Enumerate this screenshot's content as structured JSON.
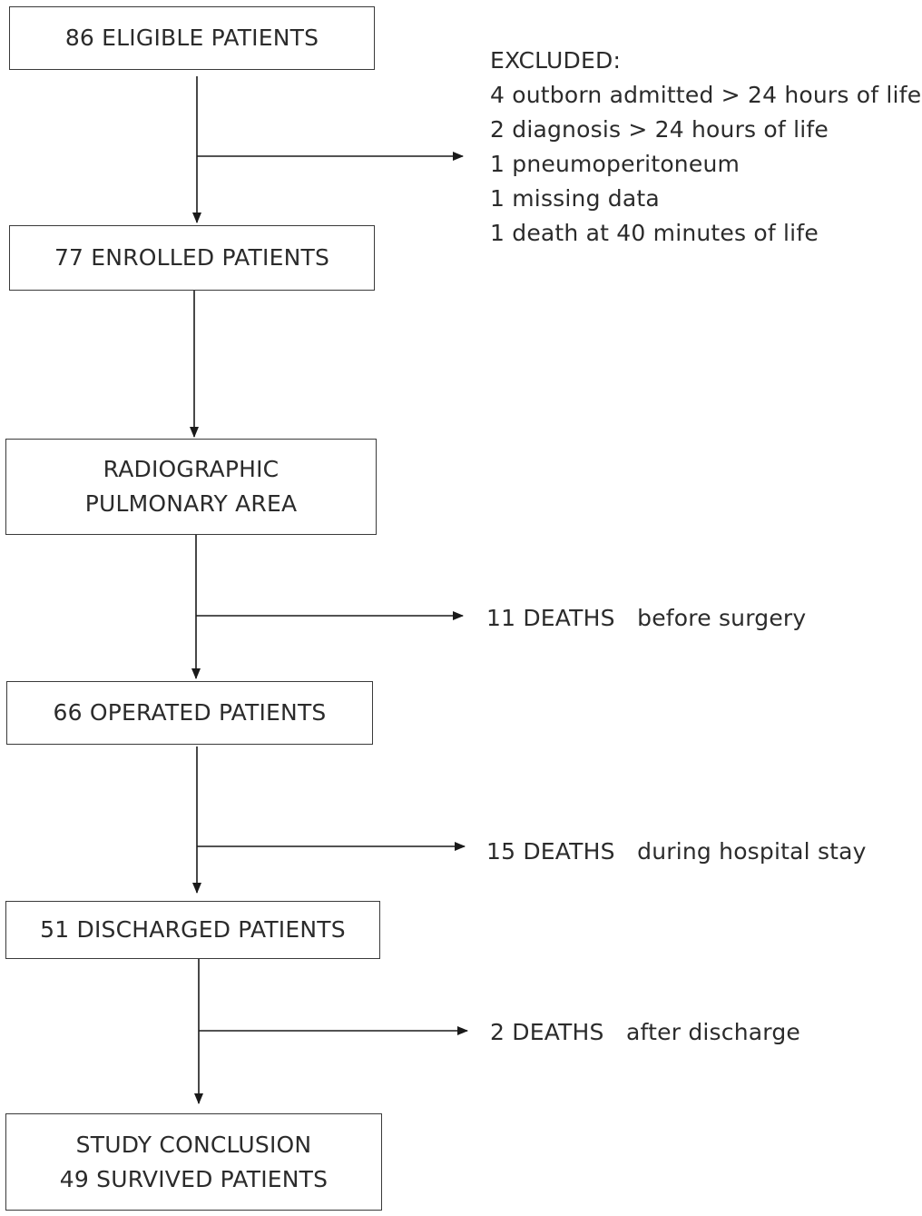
{
  "boxes": {
    "eligible": {
      "text": "86 ELIGIBLE  PATIENTS"
    },
    "enrolled": {
      "text": "77 ENROLLED  PATIENTS"
    },
    "radiographic": {
      "line1": "RADIOGRAPHIC",
      "line2": "PULMONARY  AREA"
    },
    "operated": {
      "text": "66 OPERATED  PATIENTS"
    },
    "discharged": {
      "text": "51 DISCHARGED  PATIENTS"
    },
    "conclusion": {
      "line1": "STUDY CONCLUSION",
      "line2": "49 SURVIVED  PATIENTS"
    }
  },
  "excluded": {
    "heading": "EXCLUDED:",
    "items": [
      "4 outborn admitted > 24 hours of life",
      "2 diagnosis > 24 hours of life",
      "1 pneumoperitoneum",
      "1 missing data",
      "1 death at 40 minutes of life"
    ]
  },
  "branches": {
    "before_surgery": "11 DEATHS   before surgery",
    "hospital_stay": "15 DEATHS   during hospital stay",
    "after_discharge": "2 DEATHS   after discharge"
  }
}
